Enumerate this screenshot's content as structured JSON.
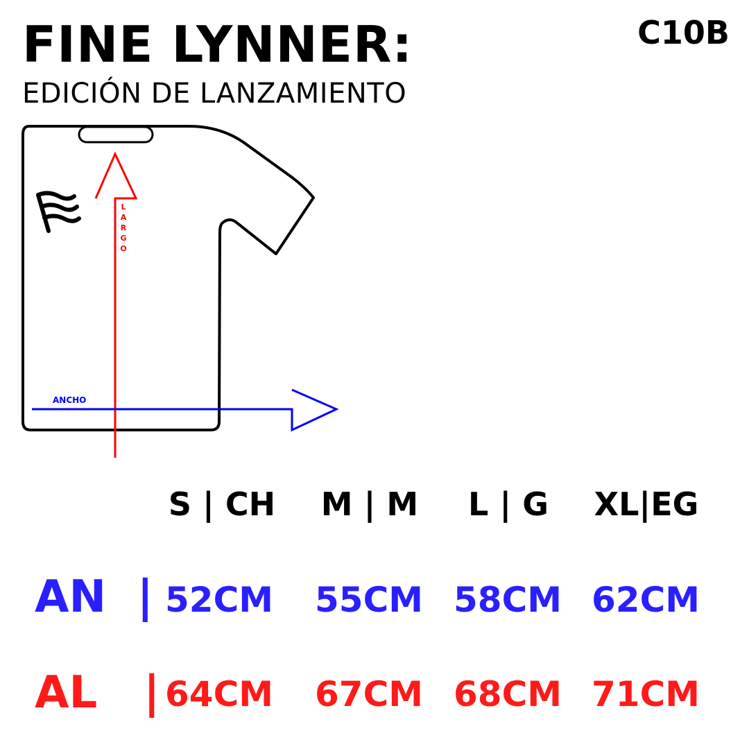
{
  "header": {
    "title": "FINE LYNNER:",
    "subtitle": "EDICIÓN DE LANZAMIENTO",
    "code": "C10B"
  },
  "diagram": {
    "length_label": "LARGO",
    "width_label": "ANCHO",
    "logo": "wave-flag-logo"
  },
  "table": {
    "sizes": [
      "S | CH",
      "M | M",
      "L | G",
      "XL|EG"
    ],
    "rows": [
      {
        "label": "AN  |",
        "values": [
          "52CM",
          "55CM",
          "58CM",
          "62CM"
        ]
      },
      {
        "label": "AL   |",
        "values": [
          "64CM",
          "67CM",
          "68CM",
          "71CM"
        ]
      }
    ]
  },
  "colors": {
    "width": "#2a1fff",
    "length": "#ff1a1a"
  }
}
